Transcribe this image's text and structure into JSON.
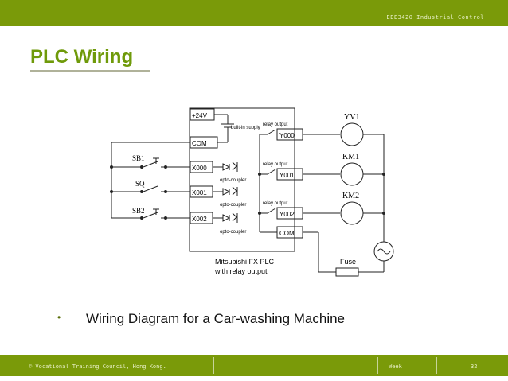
{
  "header": {
    "course_code": "EEE3420 Industrial Control"
  },
  "slide": {
    "title": "PLC Wiring"
  },
  "diagram": {
    "plc_terminals": [
      "+24V",
      "COM",
      "X000",
      "X001",
      "X002"
    ],
    "output_terminals": [
      "Y000",
      "Y001",
      "Y002",
      "COM"
    ],
    "switches": [
      "SB1",
      "SQ",
      "SB2"
    ],
    "loads": [
      "YV1",
      "KM1",
      "KM2"
    ],
    "builtin_supply": "built-in supply",
    "relay_output_label": "relay output",
    "opto_label": "opto-coupler",
    "fuse_label": "Fuse",
    "plc_caption_line1": "Mitsubishi FX PLC",
    "plc_caption_line2": "with relay output"
  },
  "bullet": {
    "marker": "•",
    "text": "Wiring Diagram for a Car-washing Machine"
  },
  "footer": {
    "organization": "© Vocational Training Council, Hong Kong.",
    "week": "Week",
    "page": "32"
  }
}
